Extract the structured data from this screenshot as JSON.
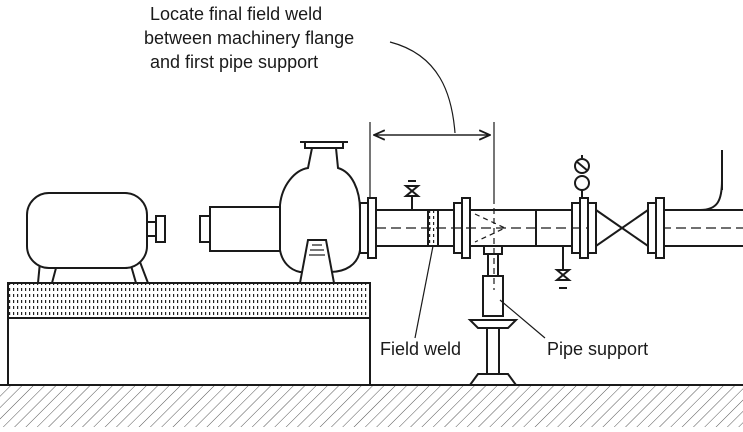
{
  "annotations": {
    "note_line_1": "Locate final field weld",
    "note_line_2": "between machinery flange",
    "note_line_3": "and first pipe support",
    "field_weld": "Field weld",
    "pipe_support": "Pipe support"
  },
  "colors": {
    "ink": "#1a1a1a",
    "background": "#ffffff"
  }
}
